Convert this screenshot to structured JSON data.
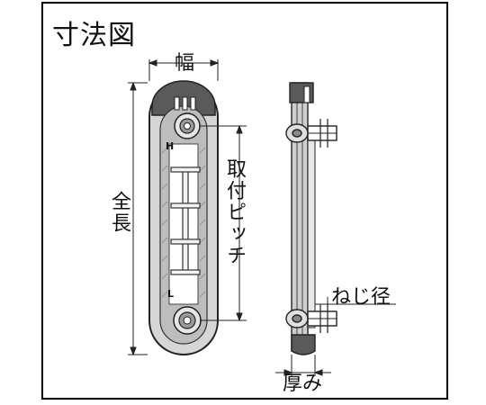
{
  "diagram": {
    "title": "寸法図",
    "labels": {
      "width": "幅",
      "overall_length": "全長",
      "mounting_pitch": "取付ピッチ",
      "thread_diameter": "ねじ径",
      "thickness": "厚み",
      "mark_high": "H",
      "mark_low": "L"
    }
  }
}
